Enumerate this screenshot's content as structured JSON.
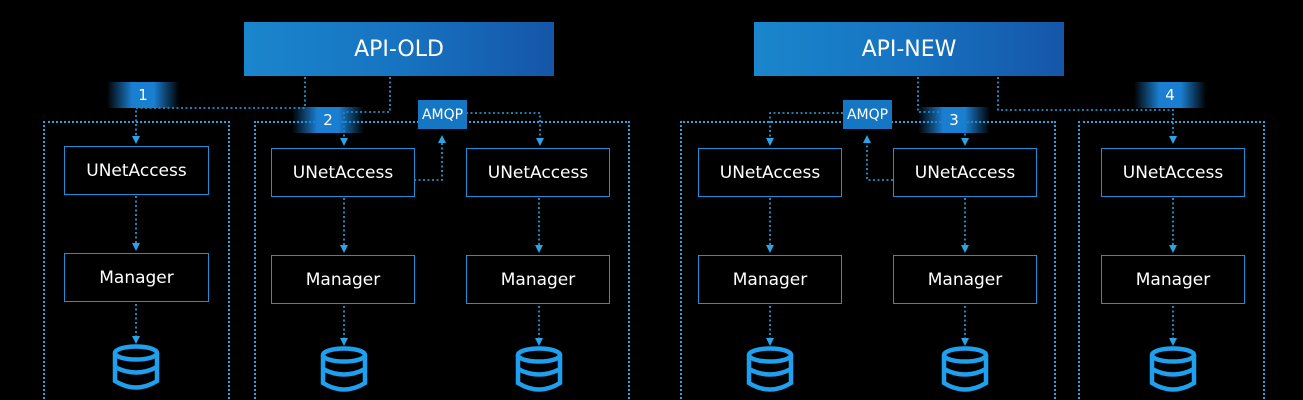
{
  "colors": {
    "accent": "#1c8fd6",
    "wire": "#2aa4e6",
    "api_fill": "#1773c1",
    "background": "#000000"
  },
  "api_old": {
    "label": "API-OLD"
  },
  "api_new": {
    "label": "API-NEW"
  },
  "amqp_left": {
    "label": "AMQP"
  },
  "amqp_right": {
    "label": "AMQP"
  },
  "badges": [
    "1",
    "2",
    "3",
    "4"
  ],
  "labels": {
    "access": "UNetAccess",
    "manager": "Manager"
  },
  "icons": {
    "database": "database-icon"
  }
}
